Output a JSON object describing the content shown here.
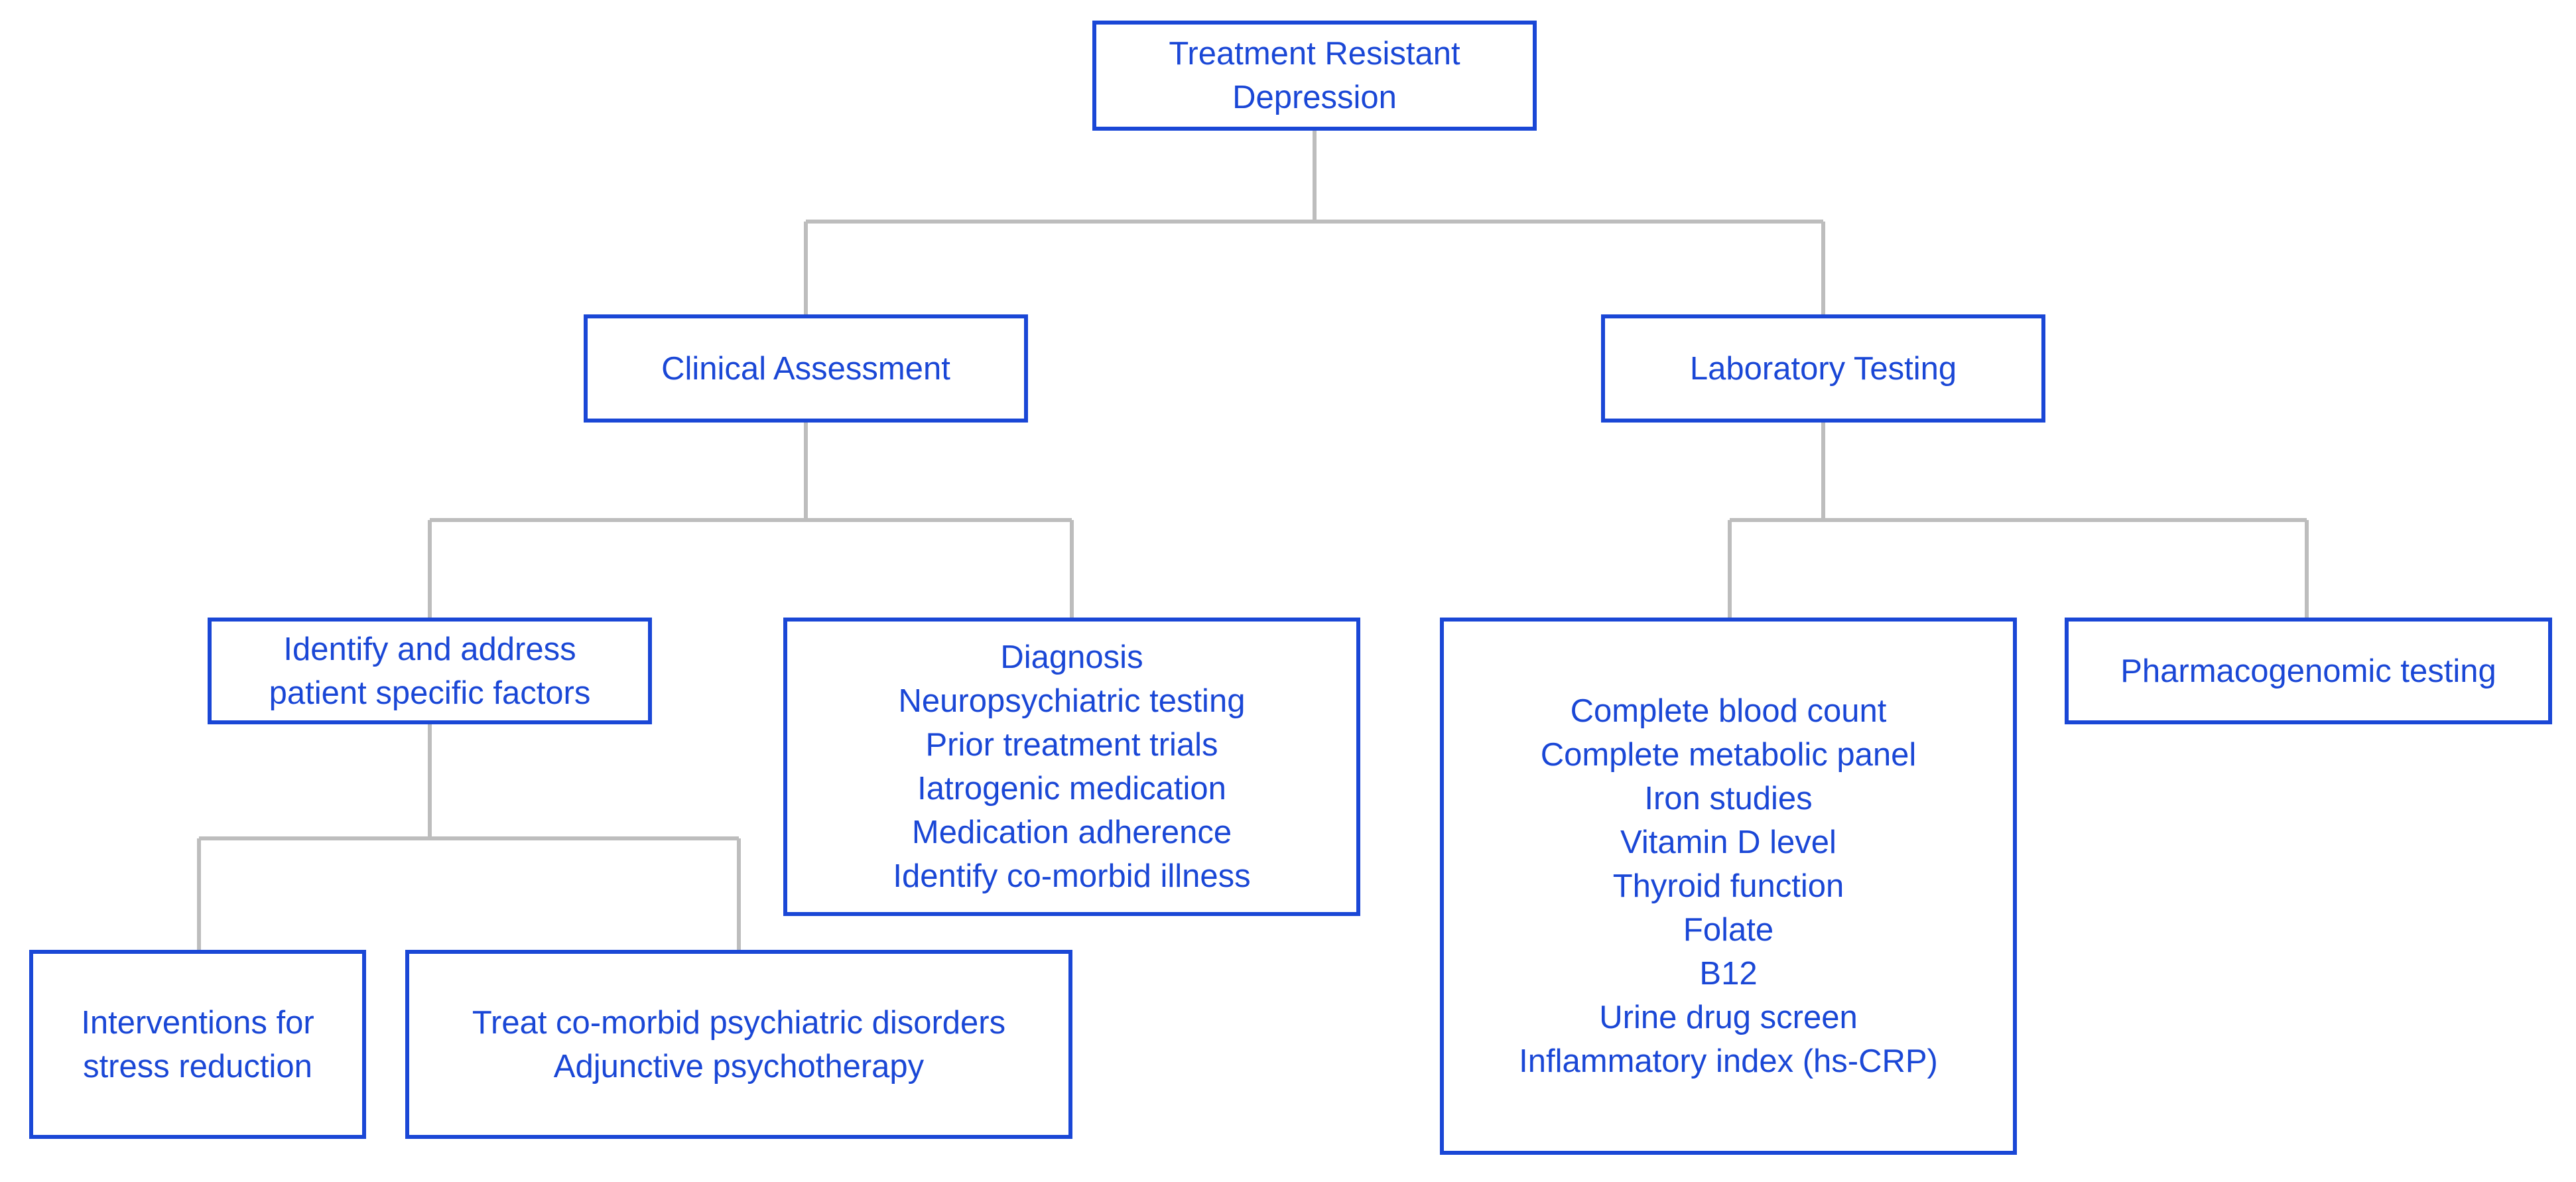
{
  "colors": {
    "node_border": "#1a47d6",
    "node_text": "#1a47d6",
    "connector": "#bdbdbd",
    "background": "#ffffff"
  },
  "nodes": {
    "root": {
      "lines": [
        "Treatment Resistant",
        "Depression"
      ]
    },
    "clinical": {
      "lines": [
        "Clinical Assessment"
      ]
    },
    "lab": {
      "lines": [
        "Laboratory Testing"
      ]
    },
    "patient_factors": {
      "lines": [
        "Identify and address",
        "patient specific factors"
      ]
    },
    "diagnosis": {
      "lines": [
        "Diagnosis",
        "Neuropsychiatric testing",
        "Prior treatment trials",
        "Iatrogenic medication",
        "Medication adherence",
        "Identify co-morbid illness"
      ]
    },
    "lab_panel": {
      "lines": [
        "Complete blood count",
        "Complete metabolic panel",
        "Iron studies",
        "Vitamin D level",
        "Thyroid function",
        "Folate",
        "B12",
        "Urine drug screen",
        "Inflammatory index (hs-CRP)"
      ]
    },
    "pharmacogenomic": {
      "lines": [
        "Pharmacogenomic testing"
      ]
    },
    "stress": {
      "lines": [
        "Interventions for",
        "stress reduction"
      ]
    },
    "comorbid": {
      "lines": [
        "Treat co-morbid psychiatric disorders",
        "Adjunctive psychotherapy"
      ]
    }
  }
}
